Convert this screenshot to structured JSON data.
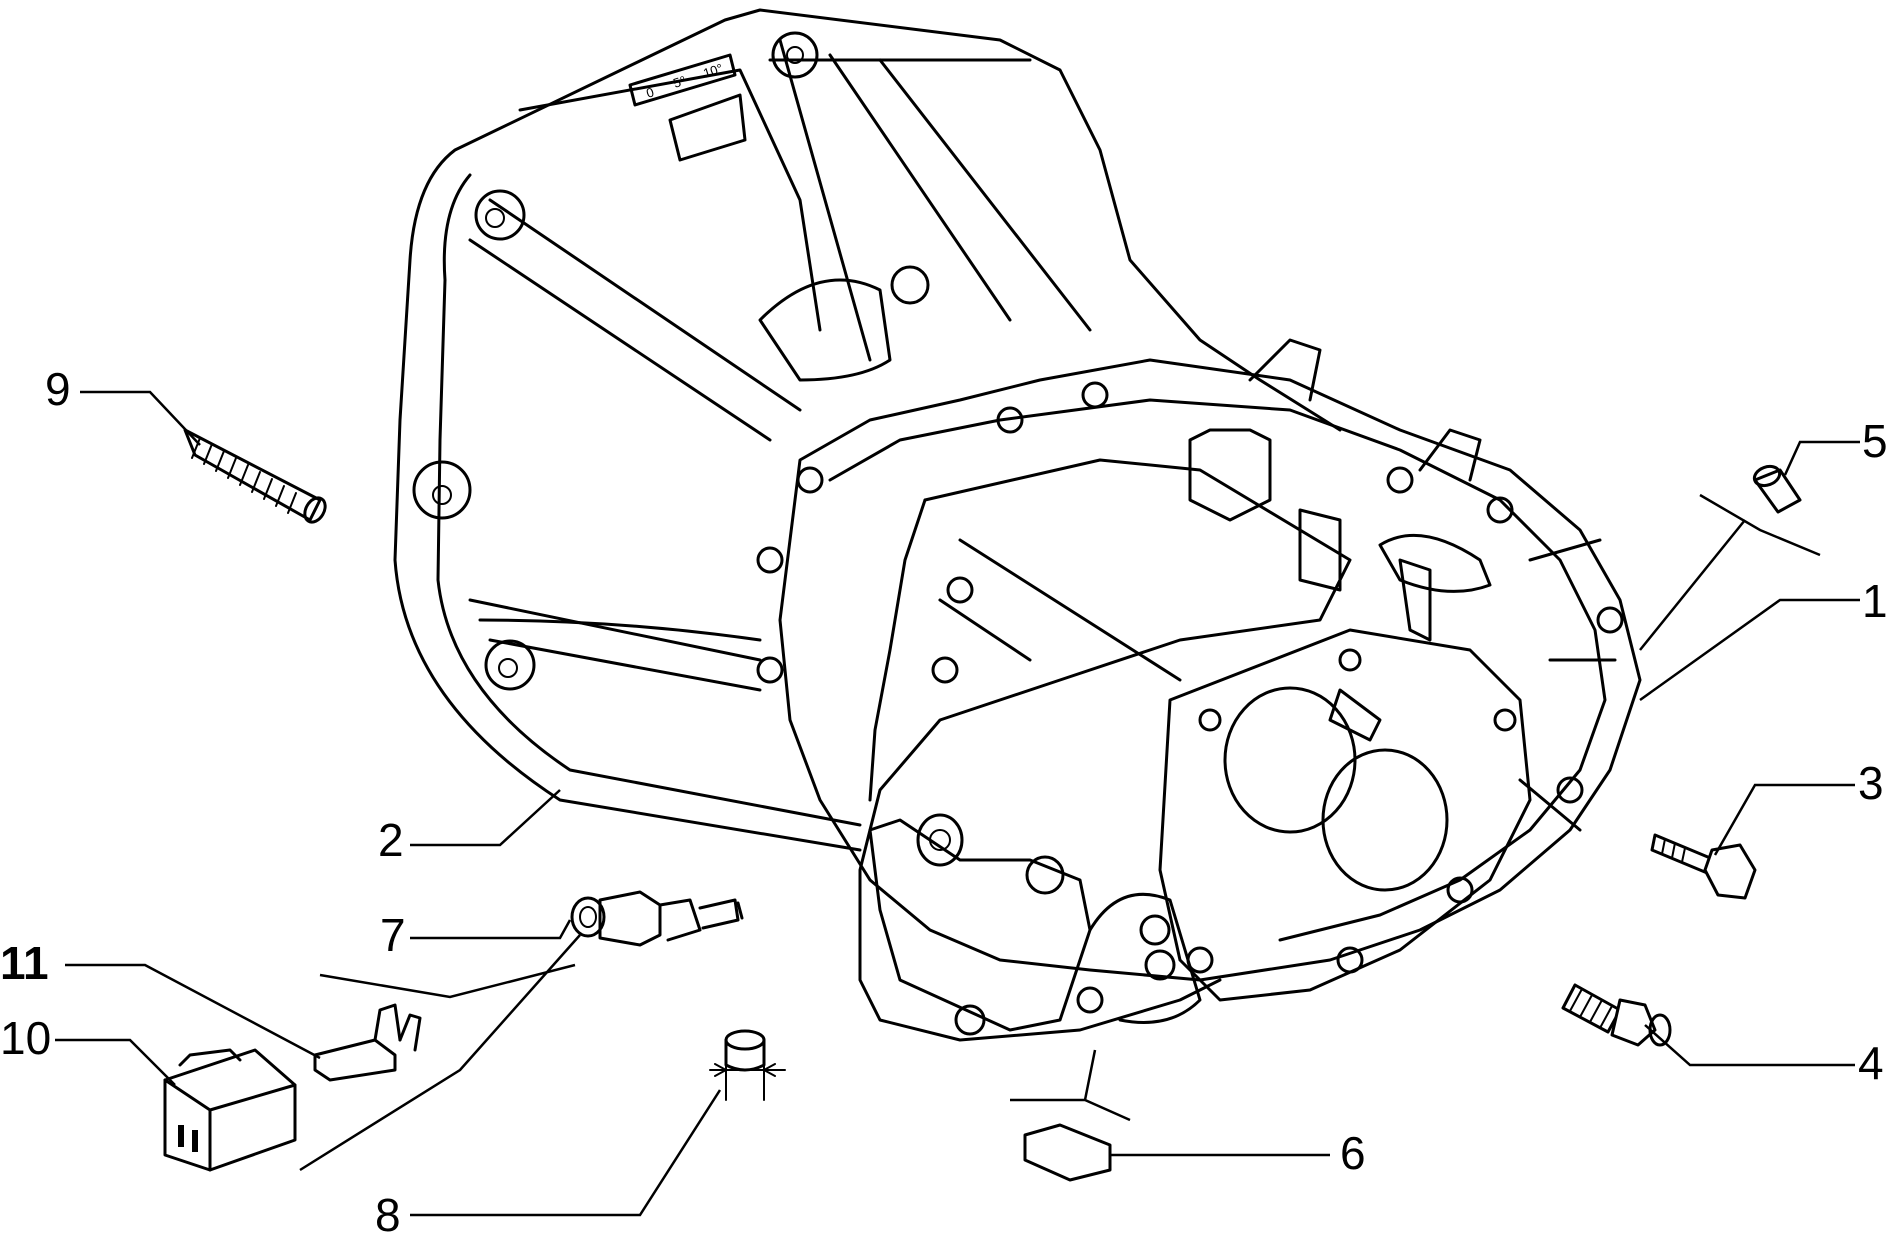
{
  "diagram": {
    "callouts": [
      {
        "id": "1",
        "label": "1",
        "part": "gearbox-housing"
      },
      {
        "id": "2",
        "label": "2",
        "part": "clutch-bell-housing"
      },
      {
        "id": "3",
        "label": "3",
        "part": "hex-bolt"
      },
      {
        "id": "4",
        "label": "4",
        "part": "stud-bolt"
      },
      {
        "id": "5",
        "label": "5",
        "part": "dowel-bush"
      },
      {
        "id": "6",
        "label": "6",
        "part": "gasket-plate"
      },
      {
        "id": "7",
        "label": "7",
        "part": "reverse-light-switch"
      },
      {
        "id": "8",
        "label": "8",
        "part": "plug"
      },
      {
        "id": "9",
        "label": "9",
        "part": "threaded-stud"
      },
      {
        "id": "10",
        "label": "10",
        "part": "connector-housing"
      },
      {
        "id": "11",
        "label": "11",
        "part": "terminal-clip"
      }
    ],
    "scale_marks": [
      "0",
      "5°",
      "10°"
    ]
  }
}
